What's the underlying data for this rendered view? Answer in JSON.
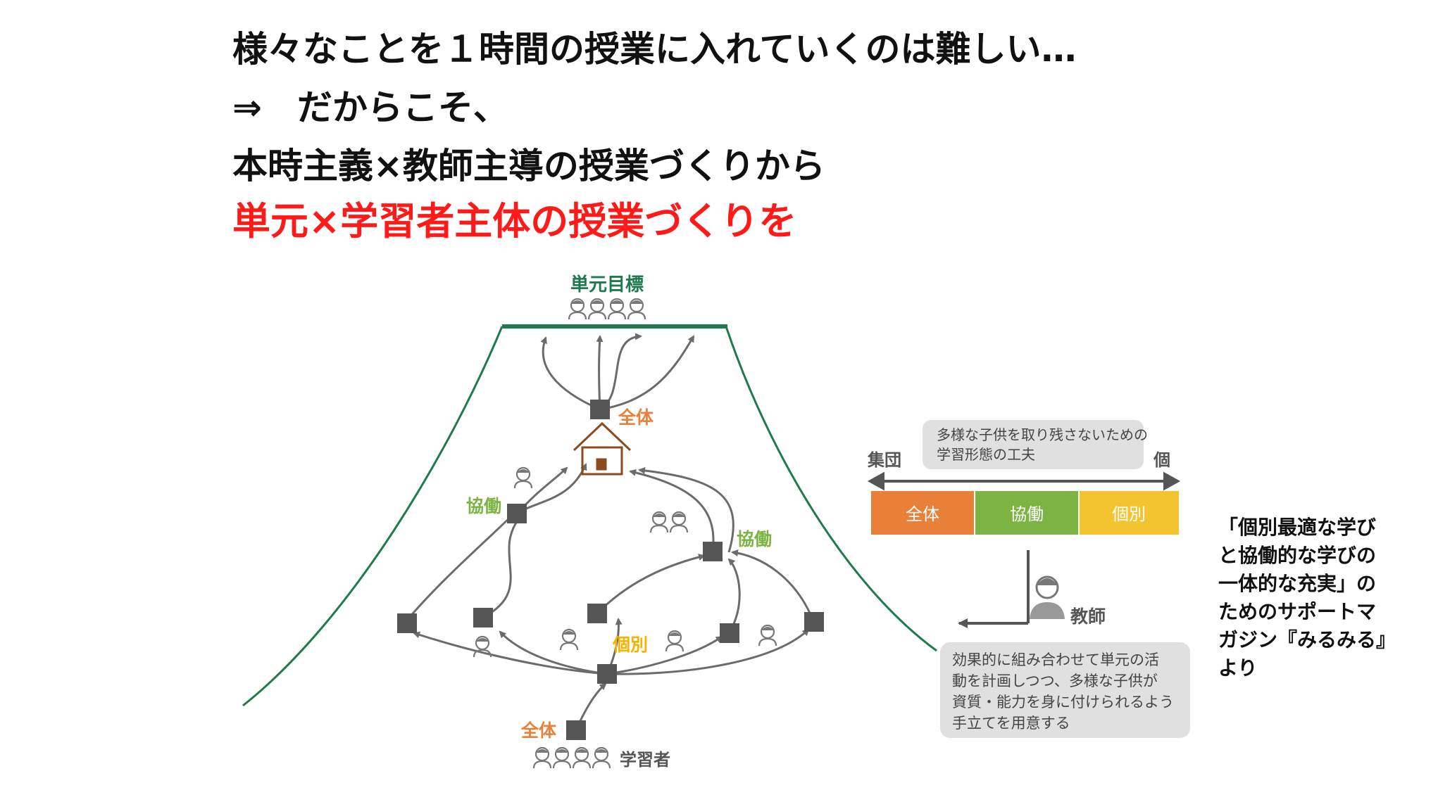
{
  "heading": {
    "line1": "様々なことを１時間の授業に入れていくのは難しい…",
    "line2": "⇒　だからこそ、",
    "line3": "本時主義×教師主導の授業づくりから",
    "line4": "単元×学習者主体の授業づくりを"
  },
  "colors": {
    "mountain": "#1f7a4d",
    "orange": "#e8803a",
    "green": "#7cb342",
    "yellow": "#f4b400",
    "red": "#ff1a1a",
    "node": "#555555",
    "arrow": "#6b6b6b",
    "house": "#8b4a1f"
  },
  "diagram": {
    "goal_label": "単元目標",
    "labels": {
      "whole_top": "全体",
      "collab_left": "協働",
      "collab_right": "協働",
      "individual": "個別",
      "whole_bottom": "全体",
      "learners": "学習者"
    }
  },
  "legend": {
    "callout": [
      "多様な子供を取り残さないための",
      "学習形態の工夫"
    ],
    "left_end": "集団",
    "right_end": "個",
    "segments": [
      "全体",
      "協働",
      "個別"
    ],
    "teacher_label": "教師",
    "teacher_note": [
      "効果的に組み合わせて単元の活",
      "動を計画しつつ、多様な子供が",
      "資質・能力を身に付けられるよう",
      "手立てを用意する"
    ]
  },
  "source_note": [
    "「個別最適な学び",
    "と協働的な学びの",
    "一体的な充実」の",
    "ためのサポートマ",
    "ガジン『みるみる』",
    "より"
  ]
}
